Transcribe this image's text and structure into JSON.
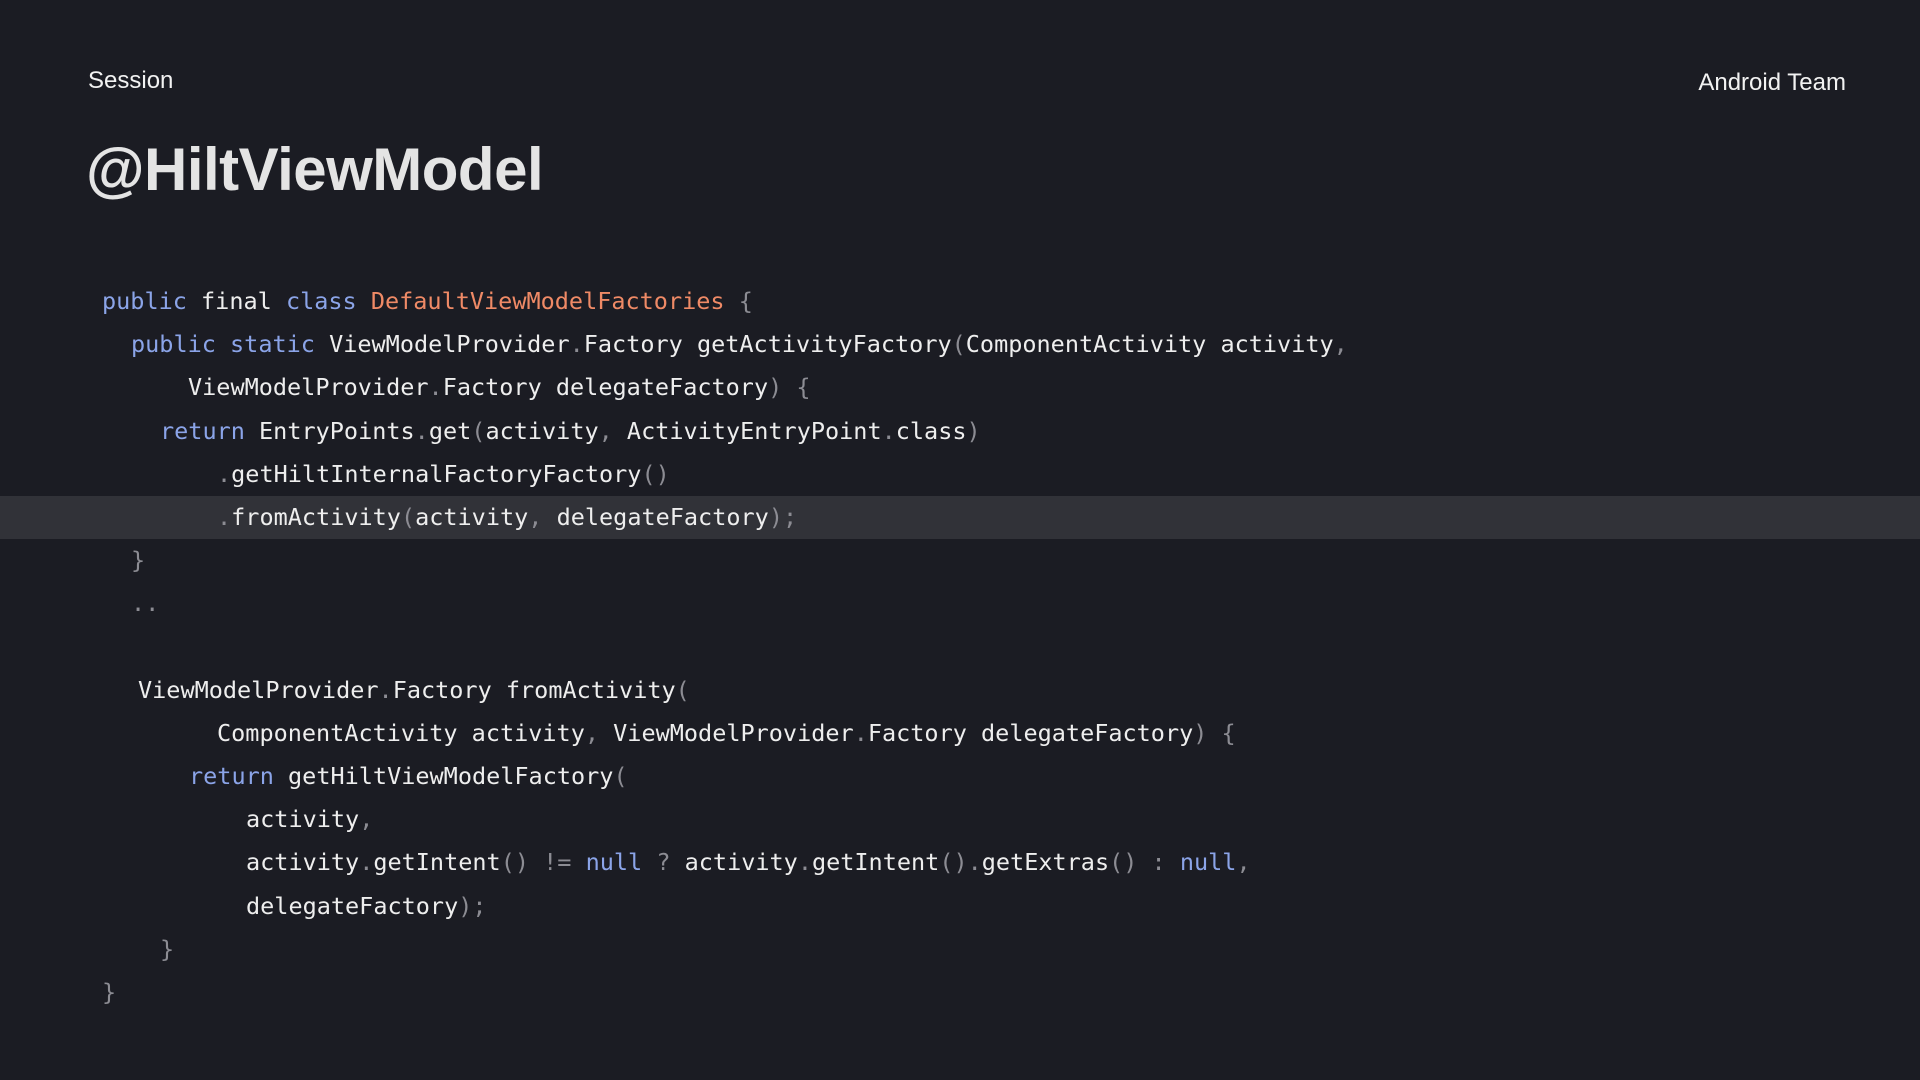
{
  "header": {
    "session": "Session",
    "team": "Android Team"
  },
  "title": "@HiltViewModel",
  "code": {
    "highlight_line": 5,
    "lines": [
      {
        "indent": 102,
        "tokens": [
          {
            "t": "kw",
            "s": "public"
          },
          {
            "t": "id",
            "s": " final "
          },
          {
            "t": "kw",
            "s": "class"
          },
          {
            "t": "id",
            "s": " "
          },
          {
            "t": "cls",
            "s": "DefaultViewModelFactories"
          },
          {
            "t": "pn",
            "s": " {"
          }
        ]
      },
      {
        "indent": 131,
        "tokens": [
          {
            "t": "kw",
            "s": "public static"
          },
          {
            "t": "id",
            "s": " ViewModelProvider"
          },
          {
            "t": "pn",
            "s": "."
          },
          {
            "t": "id",
            "s": "Factory getActivityFactory"
          },
          {
            "t": "pn",
            "s": "("
          },
          {
            "t": "id",
            "s": "ComponentActivity activity"
          },
          {
            "t": "pn",
            "s": ","
          }
        ]
      },
      {
        "indent": 188,
        "tokens": [
          {
            "t": "id",
            "s": "ViewModelProvider"
          },
          {
            "t": "pn",
            "s": "."
          },
          {
            "t": "id",
            "s": "Factory delegateFactory"
          },
          {
            "t": "pn",
            "s": ") {"
          }
        ]
      },
      {
        "indent": 160,
        "tokens": [
          {
            "t": "kw",
            "s": "return"
          },
          {
            "t": "id",
            "s": " EntryPoints"
          },
          {
            "t": "pn",
            "s": "."
          },
          {
            "t": "id",
            "s": "get"
          },
          {
            "t": "pn",
            "s": "("
          },
          {
            "t": "id",
            "s": "activity"
          },
          {
            "t": "pn",
            "s": ", "
          },
          {
            "t": "id",
            "s": "ActivityEntryPoint"
          },
          {
            "t": "pn",
            "s": "."
          },
          {
            "t": "id",
            "s": "class"
          },
          {
            "t": "pn",
            "s": ")"
          }
        ]
      },
      {
        "indent": 217,
        "tokens": [
          {
            "t": "pn",
            "s": "."
          },
          {
            "t": "id",
            "s": "getHiltInternalFactoryFactory"
          },
          {
            "t": "pn",
            "s": "()"
          }
        ]
      },
      {
        "indent": 217,
        "tokens": [
          {
            "t": "pn",
            "s": "."
          },
          {
            "t": "id",
            "s": "fromActivity"
          },
          {
            "t": "pn",
            "s": "("
          },
          {
            "t": "id",
            "s": "activity"
          },
          {
            "t": "pn",
            "s": ", "
          },
          {
            "t": "id",
            "s": "delegateFactory"
          },
          {
            "t": "pn",
            "s": ");"
          }
        ]
      },
      {
        "indent": 131,
        "tokens": [
          {
            "t": "pn",
            "s": "}"
          }
        ]
      },
      {
        "indent": 131,
        "tokens": [
          {
            "t": "pn",
            "s": ".."
          }
        ]
      },
      {
        "indent": 0,
        "tokens": []
      },
      {
        "indent": 138,
        "tokens": [
          {
            "t": "id",
            "s": "ViewModelProvider"
          },
          {
            "t": "pn",
            "s": "."
          },
          {
            "t": "id",
            "s": "Factory fromActivity"
          },
          {
            "t": "pn",
            "s": "("
          }
        ]
      },
      {
        "indent": 217,
        "tokens": [
          {
            "t": "id",
            "s": "ComponentActivity activity"
          },
          {
            "t": "pn",
            "s": ", "
          },
          {
            "t": "id",
            "s": "ViewModelProvider"
          },
          {
            "t": "pn",
            "s": "."
          },
          {
            "t": "id",
            "s": "Factory delegateFactory"
          },
          {
            "t": "pn",
            "s": ") {"
          }
        ]
      },
      {
        "indent": 189,
        "tokens": [
          {
            "t": "kw",
            "s": "return"
          },
          {
            "t": "id",
            "s": " getHiltViewModelFactory"
          },
          {
            "t": "pn",
            "s": "("
          }
        ]
      },
      {
        "indent": 246,
        "tokens": [
          {
            "t": "id",
            "s": "activity"
          },
          {
            "t": "pn",
            "s": ","
          }
        ]
      },
      {
        "indent": 246,
        "tokens": [
          {
            "t": "id",
            "s": "activity"
          },
          {
            "t": "pn",
            "s": "."
          },
          {
            "t": "id",
            "s": "getIntent"
          },
          {
            "t": "pn",
            "s": "() != "
          },
          {
            "t": "kw",
            "s": "null"
          },
          {
            "t": "pn",
            "s": " ? "
          },
          {
            "t": "id",
            "s": "activity"
          },
          {
            "t": "pn",
            "s": "."
          },
          {
            "t": "id",
            "s": "getIntent"
          },
          {
            "t": "pn",
            "s": "()."
          },
          {
            "t": "id",
            "s": "getExtras"
          },
          {
            "t": "pn",
            "s": "() : "
          },
          {
            "t": "kw",
            "s": "null"
          },
          {
            "t": "pn",
            "s": ","
          }
        ]
      },
      {
        "indent": 246,
        "tokens": [
          {
            "t": "id",
            "s": "delegateFactory"
          },
          {
            "t": "pn",
            "s": ");"
          }
        ]
      },
      {
        "indent": 160,
        "tokens": [
          {
            "t": "pn",
            "s": "}"
          }
        ]
      },
      {
        "indent": 102,
        "tokens": [
          {
            "t": "pn",
            "s": "}"
          }
        ]
      }
    ]
  }
}
